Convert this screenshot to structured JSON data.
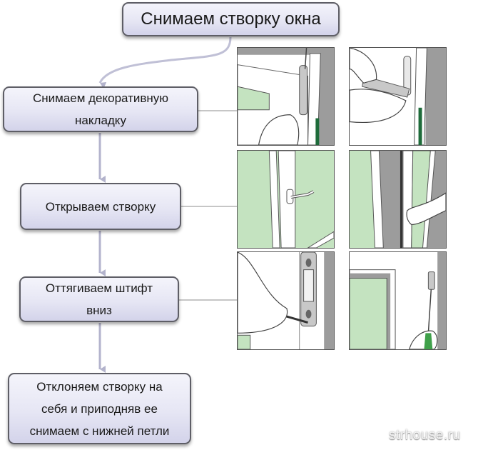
{
  "diagram": {
    "title": "Снимаем створку окна",
    "steps": [
      {
        "lines": [
          "Снимаем декоративную",
          "накладку"
        ]
      },
      {
        "lines": [
          "Открываем створку"
        ]
      },
      {
        "lines": [
          "Оттягиваем штифт",
          "вниз"
        ]
      },
      {
        "lines": [
          "Отклоняем створку на",
          "себя и приподняв ее",
          "снимаем с нижней петли"
        ]
      }
    ],
    "illustrations": [
      {
        "step": 1,
        "name": "remove-cover-screwdriver"
      },
      {
        "step": 1,
        "name": "remove-cover-by-hand"
      },
      {
        "step": 2,
        "name": "closed-window-handle"
      },
      {
        "step": 2,
        "name": "open-window-with-hand"
      },
      {
        "step": 3,
        "name": "pull-pin-down-pliers"
      },
      {
        "step": 3,
        "name": "push-pin-screwdriver"
      }
    ],
    "colors": {
      "glass_green": "#c4e3c0",
      "seal_dark_green": "#1e6b3a",
      "frame_gray": "#9c9c9c",
      "connector": "#b7b7cf",
      "box_border": "#5e5e66"
    },
    "watermark": "strhouse.ru"
  }
}
